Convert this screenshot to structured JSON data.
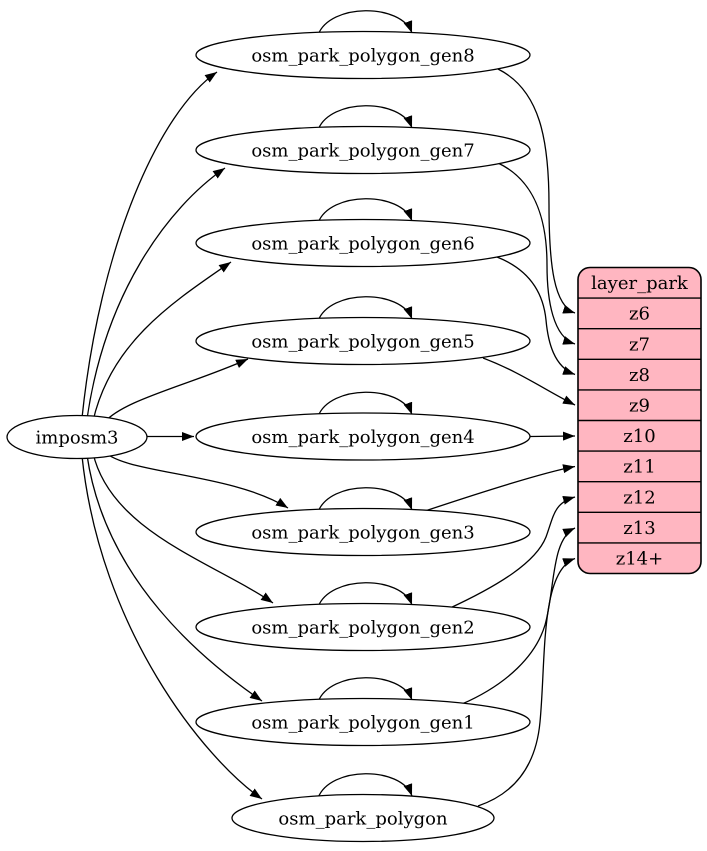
{
  "diagram": {
    "type": "dependency-graph",
    "colors": {
      "background": "#ffffff",
      "edge": "#000000",
      "node_fill": "#ffffff",
      "node_stroke": "#000000",
      "record_fill": "#ffb6c1",
      "record_stroke": "#000000"
    },
    "source": {
      "id": "imposm3",
      "label": "imposm3"
    },
    "tables": [
      {
        "id": "osm_park_polygon_gen8",
        "label": "osm_park_polygon_gen8"
      },
      {
        "id": "osm_park_polygon_gen7",
        "label": "osm_park_polygon_gen7"
      },
      {
        "id": "osm_park_polygon_gen6",
        "label": "osm_park_polygon_gen6"
      },
      {
        "id": "osm_park_polygon_gen5",
        "label": "osm_park_polygon_gen5"
      },
      {
        "id": "osm_park_polygon_gen4",
        "label": "osm_park_polygon_gen4"
      },
      {
        "id": "osm_park_polygon_gen3",
        "label": "osm_park_polygon_gen3"
      },
      {
        "id": "osm_park_polygon_gen2",
        "label": "osm_park_polygon_gen2"
      },
      {
        "id": "osm_park_polygon_gen1",
        "label": "osm_park_polygon_gen1"
      },
      {
        "id": "osm_park_polygon",
        "label": "osm_park_polygon"
      }
    ],
    "record": {
      "id": "layer_park",
      "header": "layer_park",
      "rows": [
        "z6",
        "z7",
        "z8",
        "z9",
        "z10",
        "z11",
        "z12",
        "z13",
        "z14+"
      ]
    },
    "edges": [
      {
        "from": "imposm3",
        "to": "osm_park_polygon_gen8"
      },
      {
        "from": "imposm3",
        "to": "osm_park_polygon_gen7"
      },
      {
        "from": "imposm3",
        "to": "osm_park_polygon_gen6"
      },
      {
        "from": "imposm3",
        "to": "osm_park_polygon_gen5"
      },
      {
        "from": "imposm3",
        "to": "osm_park_polygon_gen4"
      },
      {
        "from": "imposm3",
        "to": "osm_park_polygon_gen3"
      },
      {
        "from": "imposm3",
        "to": "osm_park_polygon_gen2"
      },
      {
        "from": "imposm3",
        "to": "osm_park_polygon_gen1"
      },
      {
        "from": "imposm3",
        "to": "osm_park_polygon"
      },
      {
        "from": "osm_park_polygon_gen8",
        "to": "layer_park.z6"
      },
      {
        "from": "osm_park_polygon_gen7",
        "to": "layer_park.z7"
      },
      {
        "from": "osm_park_polygon_gen6",
        "to": "layer_park.z8"
      },
      {
        "from": "osm_park_polygon_gen5",
        "to": "layer_park.z9"
      },
      {
        "from": "osm_park_polygon_gen4",
        "to": "layer_park.z10"
      },
      {
        "from": "osm_park_polygon_gen3",
        "to": "layer_park.z11"
      },
      {
        "from": "osm_park_polygon_gen2",
        "to": "layer_park.z12"
      },
      {
        "from": "osm_park_polygon_gen1",
        "to": "layer_park.z13"
      },
      {
        "from": "osm_park_polygon",
        "to": "layer_park.z14+"
      }
    ],
    "self_loops": [
      "osm_park_polygon_gen8",
      "osm_park_polygon_gen7",
      "osm_park_polygon_gen6",
      "osm_park_polygon_gen5",
      "osm_park_polygon_gen4",
      "osm_park_polygon_gen3",
      "osm_park_polygon_gen2",
      "osm_park_polygon_gen1",
      "osm_park_polygon"
    ]
  }
}
